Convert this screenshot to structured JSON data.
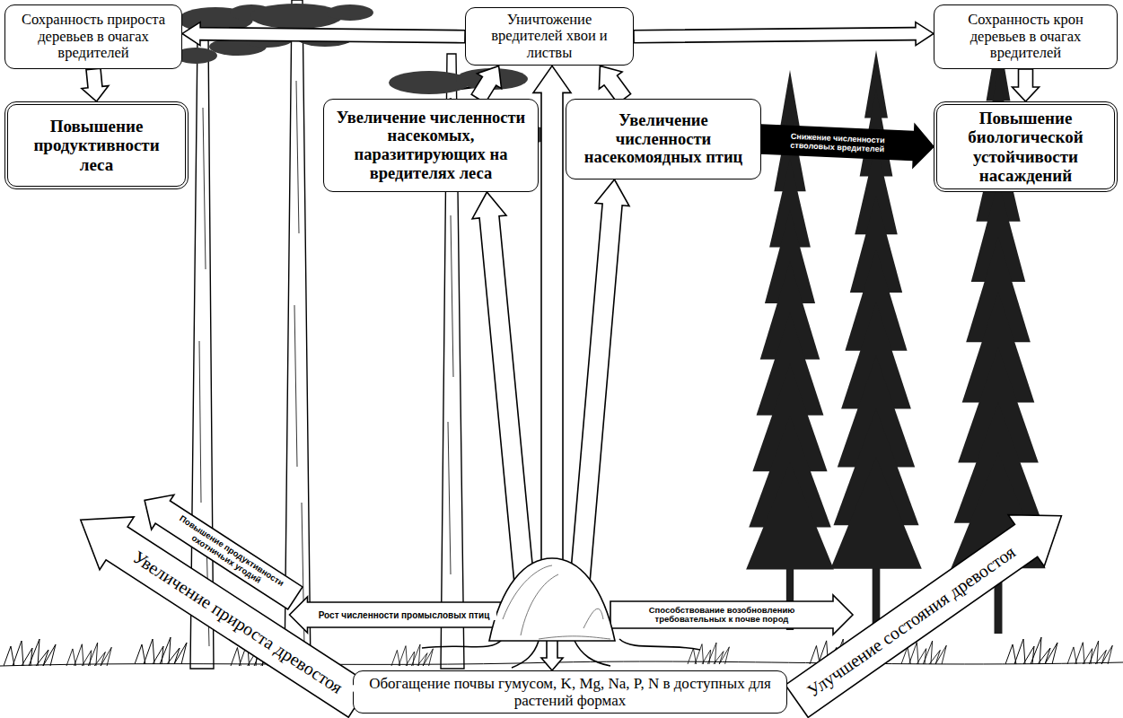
{
  "diagram": {
    "nodes": [
      {
        "text": [
          "Сохранность прироста деревьев в очагах вредителей"
        ]
      },
      {
        "text": [
          "Уничтожение вредителей хвои и листвы"
        ]
      },
      {
        "text": [
          "Сохранность крон деревьев в очагах вредителей"
        ]
      },
      {
        "text": [
          "Повышение продуктивности леса"
        ]
      },
      {
        "text": [
          "Увеличение численности насекомых, паразитирующих на вредителях леса"
        ]
      },
      {
        "text": [
          "Увеличение численности насекомоядных птиц"
        ]
      },
      {
        "text": [
          "Повышение биологической устойчивости насаждений"
        ]
      },
      {
        "text": [
          "Обогащение почвы гумусом, K, Mg, Na, P, N в доступных для растений формах"
        ]
      }
    ],
    "edges": [
      {
        "from": 1,
        "to": 0,
        "arrow": "to"
      },
      {
        "from": 1,
        "to": 2,
        "arrow": "to"
      },
      {
        "from": 0,
        "to": 3,
        "arrow": "to"
      },
      {
        "from": 2,
        "to": 6,
        "arrow": "to"
      },
      {
        "from": 4,
        "to": 1,
        "arrow": "to"
      },
      {
        "from": 5,
        "to": 1,
        "arrow": "to"
      },
      {
        "from": 5,
        "to": 6,
        "label": "Снижение численности стволовых вредителей",
        "arrow": "to"
      }
    ],
    "labels": [
      "Увеличение прироста древостоя",
      "Повышение продуктивности охотничьих угодий",
      "Рост численности промысловых птиц",
      "Способствование возобновлению требовательных к почве пород",
      "Улучшение состояния древостоя"
    ]
  }
}
